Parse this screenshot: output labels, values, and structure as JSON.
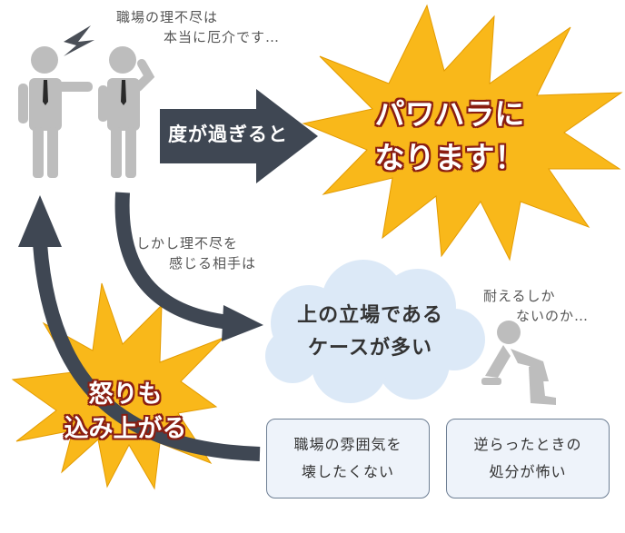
{
  "captions": {
    "top": {
      "line1": "職場の理不尽は",
      "line2": "本当に厄介です…"
    },
    "middle": {
      "line1": "しかし理不尽を",
      "line2": "感じる相手は"
    },
    "right": {
      "line1": "耐えるしか",
      "line2": "ないのか…"
    }
  },
  "arrow_label": "度が過ぎると",
  "burst_main": {
    "line1": "パワハラに",
    "line2": "なります！"
  },
  "burst_anger": {
    "line1": "怒りも",
    "line2": "込み上がる"
  },
  "cloud": {
    "line1": "上の立場である",
    "line2": "ケースが多い"
  },
  "reason_boxes": [
    {
      "line1": "職場の雰囲気を",
      "line2": "壊したくない"
    },
    {
      "line1": "逆らったときの",
      "line2": "処分が怖い"
    }
  ],
  "colors": {
    "arrow": "#3f4753",
    "burst_fill": "#f9b81a",
    "burst_text_outline": "#8a1e12",
    "figure": "#bdbdbd",
    "cloud": "#dce9f7",
    "box_border": "#6e7f94"
  }
}
